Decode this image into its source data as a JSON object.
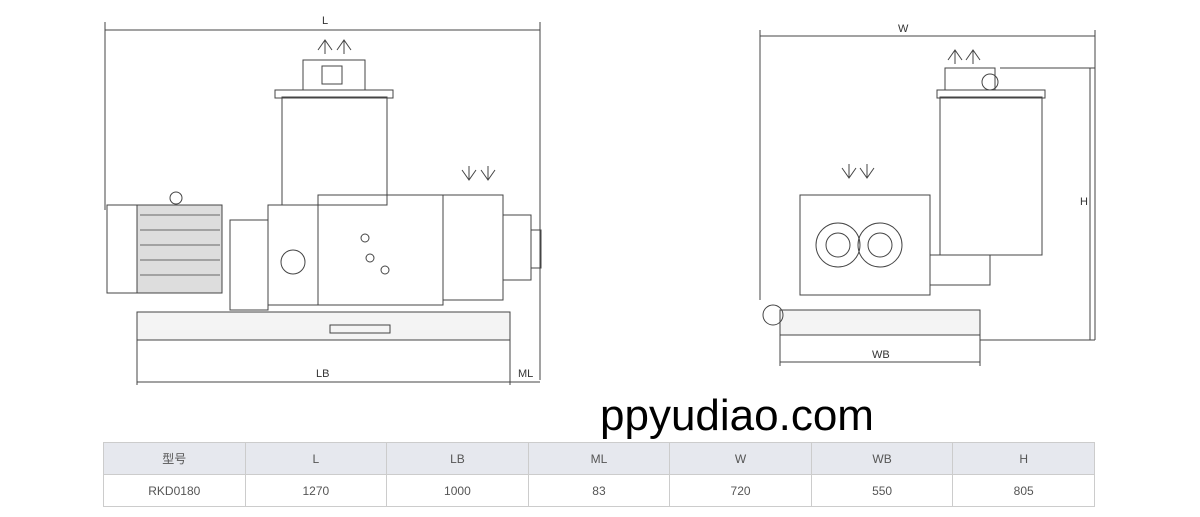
{
  "drawing": {
    "labels": {
      "L": "L",
      "LB": "LB",
      "ML": "ML",
      "W": "W",
      "WB": "WB",
      "H": "H"
    }
  },
  "table": {
    "headers": [
      "型号",
      "L",
      "LB",
      "ML",
      "W",
      "WB",
      "H"
    ],
    "rows": [
      [
        "RKD0180",
        "1270",
        "1000",
        "83",
        "720",
        "550",
        "805"
      ]
    ]
  },
  "watermark": "ppyudiao.com"
}
